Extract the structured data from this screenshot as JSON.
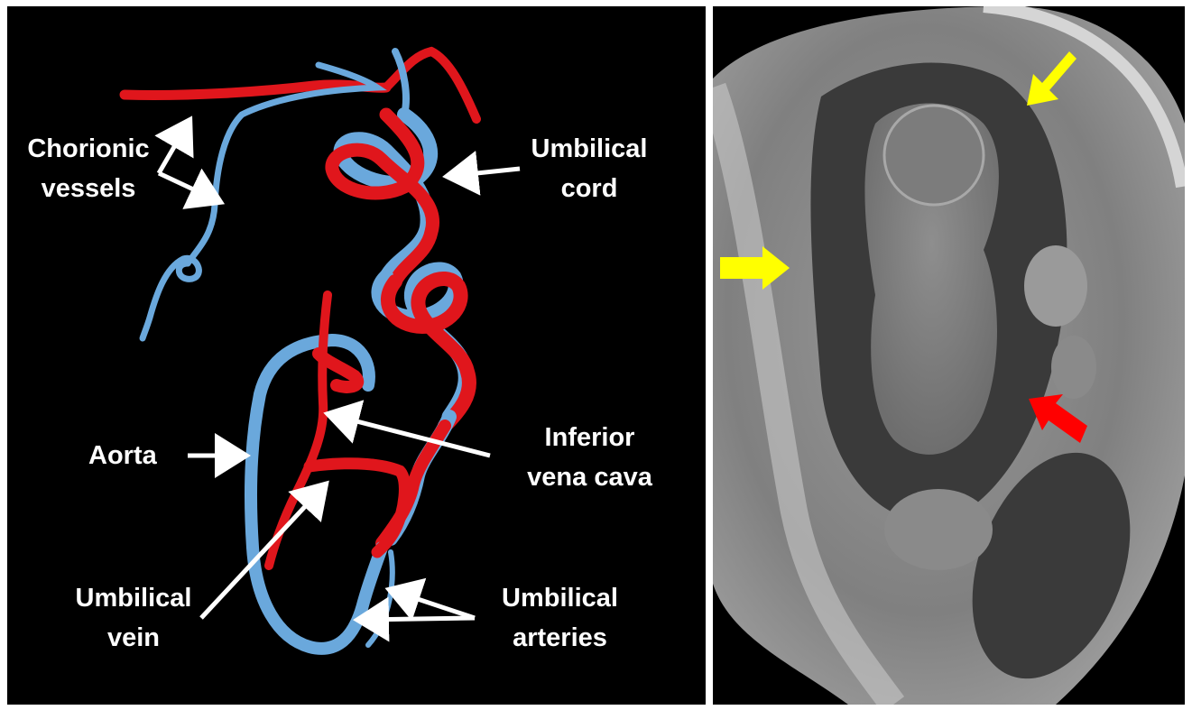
{
  "labels": {
    "chorionic_vessels": "Chorionic\nvessels",
    "umbilical_cord": "Umbilical\ncord",
    "aorta": "Aorta",
    "inferior_vena_cava": "Inferior\nvena cava",
    "umbilical_vein": "Umbilical\nvein",
    "umbilical_arteries": "Umbilical\narteries"
  },
  "colors": {
    "artery_red": "#e0161c",
    "vein_blue": "#6aa8dc",
    "label_white": "#ffffff",
    "arrow_yellow": "#ffff00",
    "arrow_red": "#ff0000",
    "background": "#000000"
  },
  "panels": [
    {
      "name": "3d-vessel-reconstruction"
    },
    {
      "name": "mri-sagittal-scan"
    }
  ]
}
